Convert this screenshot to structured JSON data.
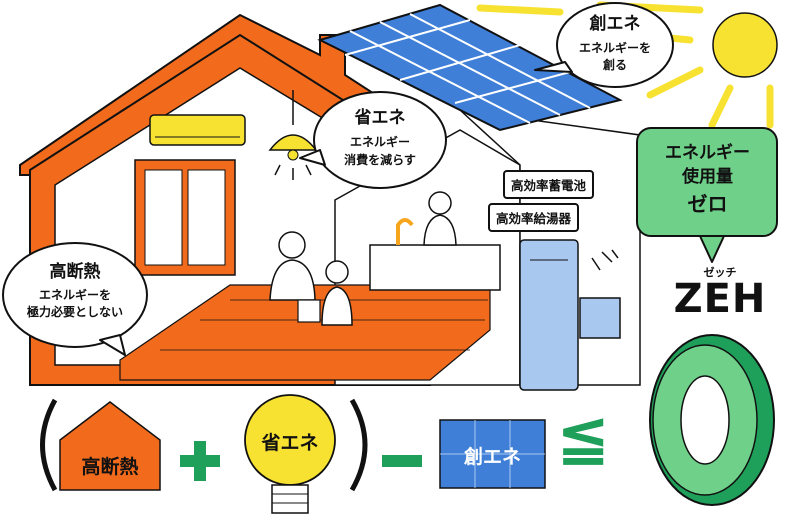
{
  "bubbles": {
    "create": {
      "title": "創エネ",
      "line1": "エネルギーを",
      "line2": "創る"
    },
    "save": {
      "title": "省エネ",
      "line1": "エネルギー",
      "line2": "消費を減らす"
    },
    "insulation": {
      "title": "高断熱",
      "line1": "エネルギーを",
      "line2": "極力必要としない"
    },
    "zero": {
      "line1": "エネルギー",
      "line2": "使用量",
      "line3": "ゼロ"
    }
  },
  "tags": {
    "battery": "高効率蓄電池",
    "water_heater": "高効率給湯器"
  },
  "zeh": {
    "ruby": "ゼッチ",
    "label": "ZEH"
  },
  "formula": {
    "insulation": "高断熱",
    "plus": "+",
    "save": "省エネ",
    "minus": "−",
    "create": "創エネ",
    "leq": "≦",
    "zero": "0"
  },
  "colors": {
    "orange": "#f26b1d",
    "yellow": "#f7e232",
    "blue": "#3f7fd8",
    "green": "#1fa05a",
    "light_green": "#6fd08a",
    "light_blue": "#a9c8ef"
  }
}
